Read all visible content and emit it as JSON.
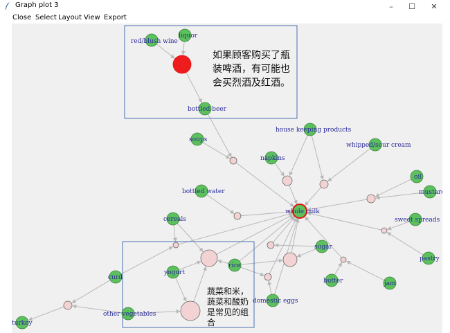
{
  "window": {
    "title": "Graph plot 3",
    "minimize_glyph": "–",
    "maximize_glyph": "☐",
    "close_glyph": "✕",
    "icon": "feather-icon"
  },
  "menu": [
    "Close",
    "Select",
    "Layout",
    "View",
    "Export"
  ],
  "colors": {
    "item_node": "#5cc15c",
    "rule_node": "#f2d2d2",
    "highlight_rule": "#ee1c1c",
    "edge": "#b8b8b8",
    "box": "#4a6fb3",
    "label": "#2b2b9a"
  },
  "items": [
    {
      "id": "red_blush_wine",
      "label": "red/blush wine"
    },
    {
      "id": "liquor",
      "label": "liquor"
    },
    {
      "id": "bottled_beer",
      "label": "bottled beer"
    },
    {
      "id": "soups",
      "label": "soups"
    },
    {
      "id": "house_keeping",
      "label": "house keeping products"
    },
    {
      "id": "whipped_sour_cream",
      "label": "whipped/sour cream"
    },
    {
      "id": "napkins",
      "label": "napkins"
    },
    {
      "id": "oil",
      "label": "oil"
    },
    {
      "id": "mustard",
      "label": "mustard"
    },
    {
      "id": "bottled_water",
      "label": "bottled water"
    },
    {
      "id": "whole_milk",
      "label": "whole milk"
    },
    {
      "id": "cereals",
      "label": "cereals"
    },
    {
      "id": "sweet_spreads",
      "label": "sweet spreads"
    },
    {
      "id": "sugar",
      "label": "sugar"
    },
    {
      "id": "pastry",
      "label": "pastry"
    },
    {
      "id": "rice",
      "label": "rice"
    },
    {
      "id": "yogurt",
      "label": "yogurt"
    },
    {
      "id": "curd",
      "label": "curd"
    },
    {
      "id": "butter",
      "label": "butter"
    },
    {
      "id": "jam",
      "label": "jam"
    },
    {
      "id": "domestic_eggs",
      "label": "domestic eggs"
    },
    {
      "id": "other_vegetables",
      "label": "other vegetables"
    },
    {
      "id": "turkey",
      "label": "turkey"
    }
  ],
  "annotations": {
    "top_box": "如果顾客购买了瓶装啤酒，有可能也会买烈酒及红酒。",
    "top_lines": [
      "如果顾客购买了瓶",
      "装啤酒，有可能也",
      "会买烈酒及红酒。"
    ],
    "bottom_box": "蔬菜和米，蔬菜和酸奶是常见的组合",
    "bottom_lines": [
      "蔬菜和米，",
      "蔬菜和酸奶",
      "是常见的组",
      "合"
    ]
  }
}
